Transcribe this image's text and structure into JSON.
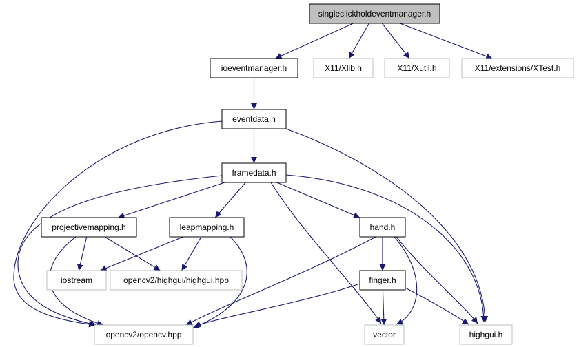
{
  "colors": {
    "edge": "#191970",
    "root_fill": "#bfbfbf",
    "local_border": "#000000",
    "system_border": "#bfbfbf",
    "node_fill": "#ffffff"
  },
  "nodes": [
    {
      "id": "singleclick",
      "label": "singleclickholdeventmanager.h",
      "kind": "root"
    },
    {
      "id": "ioevent",
      "label": "ioeventmanager.h",
      "kind": "local"
    },
    {
      "id": "xlib",
      "label": "X11/Xlib.h",
      "kind": "system"
    },
    {
      "id": "xutil",
      "label": "X11/Xutil.h",
      "kind": "system"
    },
    {
      "id": "xtest",
      "label": "X11/extensions/XTest.h",
      "kind": "system"
    },
    {
      "id": "eventdata",
      "label": "eventdata.h",
      "kind": "local"
    },
    {
      "id": "framedata",
      "label": "framedata.h",
      "kind": "local"
    },
    {
      "id": "projective",
      "label": "projectivemapping.h",
      "kind": "local"
    },
    {
      "id": "leap",
      "label": "leapmapping.h",
      "kind": "local"
    },
    {
      "id": "hand",
      "label": "hand.h",
      "kind": "local"
    },
    {
      "id": "iostream",
      "label": "iostream",
      "kind": "system"
    },
    {
      "id": "highguihpp",
      "label": "opencv2/highgui/highgui.hpp",
      "kind": "system"
    },
    {
      "id": "finger",
      "label": "finger.h",
      "kind": "local"
    },
    {
      "id": "opencv",
      "label": "opencv2/opencv.hpp",
      "kind": "system"
    },
    {
      "id": "vector",
      "label": "vector",
      "kind": "system"
    },
    {
      "id": "highguih",
      "label": "highgui.h",
      "kind": "system"
    }
  ],
  "edges": [
    {
      "from": "singleclick",
      "to": "ioevent"
    },
    {
      "from": "singleclick",
      "to": "xlib"
    },
    {
      "from": "singleclick",
      "to": "xutil"
    },
    {
      "from": "singleclick",
      "to": "xtest"
    },
    {
      "from": "ioevent",
      "to": "eventdata"
    },
    {
      "from": "eventdata",
      "to": "framedata"
    },
    {
      "from": "eventdata",
      "to": "opencv"
    },
    {
      "from": "eventdata",
      "to": "highguih"
    },
    {
      "from": "framedata",
      "to": "projective"
    },
    {
      "from": "framedata",
      "to": "leap"
    },
    {
      "from": "framedata",
      "to": "hand"
    },
    {
      "from": "framedata",
      "to": "opencv"
    },
    {
      "from": "framedata",
      "to": "vector"
    },
    {
      "from": "framedata",
      "to": "highguih"
    },
    {
      "from": "projective",
      "to": "iostream"
    },
    {
      "from": "projective",
      "to": "highguihpp"
    },
    {
      "from": "projective",
      "to": "opencv"
    },
    {
      "from": "leap",
      "to": "iostream"
    },
    {
      "from": "leap",
      "to": "highguihpp"
    },
    {
      "from": "leap",
      "to": "opencv"
    },
    {
      "from": "hand",
      "to": "finger"
    },
    {
      "from": "hand",
      "to": "opencv"
    },
    {
      "from": "hand",
      "to": "vector"
    },
    {
      "from": "hand",
      "to": "highguih"
    },
    {
      "from": "finger",
      "to": "opencv"
    },
    {
      "from": "finger",
      "to": "vector"
    },
    {
      "from": "finger",
      "to": "highguih"
    }
  ]
}
